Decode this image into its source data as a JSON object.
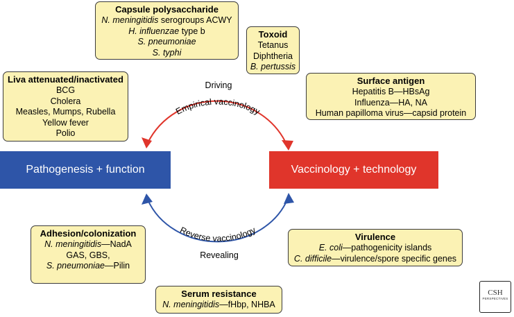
{
  "boxes": {
    "capsule": {
      "title": "Capsule polysaccharide",
      "lines": [
        {
          "a": "N. meningitidis",
          "b": " serogroups ACWY"
        },
        {
          "a": "H. influenzae",
          "b": " type b"
        },
        {
          "a": "S. pneumoniae",
          "b": ""
        },
        {
          "a": "S. typhi",
          "b": ""
        }
      ]
    },
    "toxoid": {
      "title": "Toxoid",
      "lines": [
        {
          "a": "",
          "b": "Tetanus"
        },
        {
          "a": "",
          "b": "Diphtheria"
        },
        {
          "a": "B. pertussis",
          "b": ""
        }
      ]
    },
    "live": {
      "title": "Liva attenuated/inactivated",
      "lines": [
        {
          "a": "",
          "b": "BCG"
        },
        {
          "a": "",
          "b": "Cholera"
        },
        {
          "a": "",
          "b": "Measles, Mumps, Rubella"
        },
        {
          "a": "",
          "b": "Yellow fever"
        },
        {
          "a": "",
          "b": "Polio"
        }
      ]
    },
    "surface": {
      "title": "Surface antigen",
      "lines": [
        {
          "a": "",
          "b": "Hepatitis B—HBsAg"
        },
        {
          "a": "",
          "b": "Influenza—HA, NA"
        },
        {
          "a": "",
          "b": "Human papilloma virus—capsid protein"
        }
      ]
    },
    "adhesion": {
      "title": "Adhesion/colonization",
      "lines": [
        {
          "a": "N. meningitidis",
          "b": "—NadA"
        },
        {
          "a": "",
          "b": "GAS, GBS,"
        },
        {
          "a": "S. pneumoniae",
          "b": "—Pilin"
        }
      ]
    },
    "virulence": {
      "title": "Virulence",
      "lines": [
        {
          "a": "E. coli",
          "b": "—pathogenicity islands"
        },
        {
          "a": "C. difficile",
          "b": "—virulence/spore specific genes"
        }
      ]
    },
    "serum": {
      "title": "Serum resistance",
      "lines": [
        {
          "a": "N. meningitidis",
          "b": "—fHbp, NHBA"
        }
      ]
    }
  },
  "main": {
    "left": "Pathogenesis + function",
    "right": "Vaccinology + technology"
  },
  "arcs": {
    "top_label": "Empirical vaccinology",
    "top_caption": "Driving",
    "bottom_label": "Reverse vaccinology",
    "bottom_caption": "Revealing"
  },
  "logo": {
    "line1": "CSH",
    "line2": "PERSPECTIVES"
  },
  "colors": {
    "blue": "#2e55a8",
    "red": "#e0352b",
    "box_fill": "#fbf2b4",
    "arc_red": "#e0352b",
    "arc_blue": "#2e55a8"
  }
}
